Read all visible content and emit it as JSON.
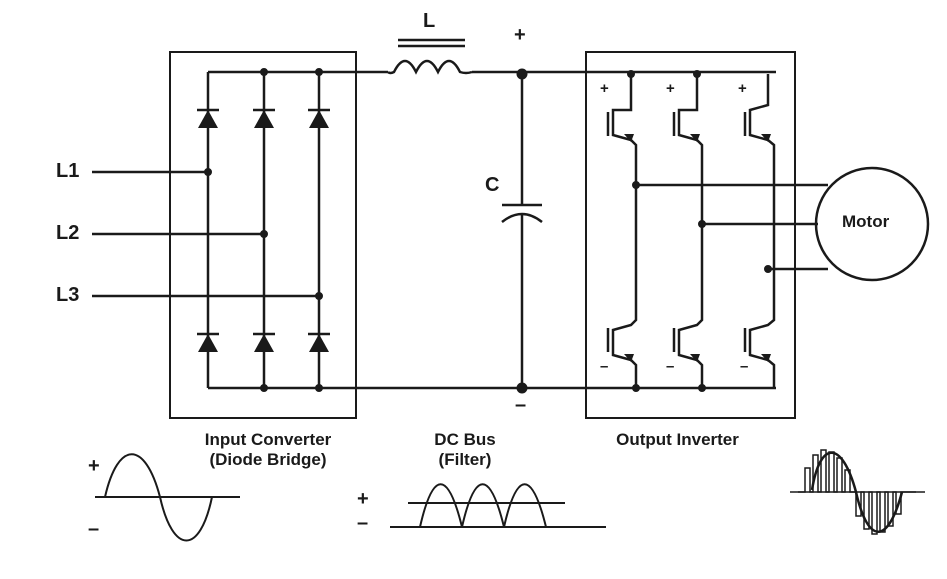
{
  "labels": {
    "inductor": "L",
    "capacitor": "C",
    "bus_plus": "+",
    "bus_minus": "–",
    "motor": "Motor",
    "lines": [
      "L1",
      "L2",
      "L3"
    ],
    "igbt_plus": "+",
    "igbt_minus": "–"
  },
  "sections": {
    "input": {
      "title": "Input Converter",
      "subtitle": "(Diode Bridge)"
    },
    "dcbus": {
      "title": "DC Bus",
      "subtitle": "(Filter)"
    },
    "output": {
      "title": "Output Inverter"
    }
  },
  "waveforms": {
    "input": {
      "plus": "+",
      "minus": "–"
    },
    "dcbus": {
      "plus": "+",
      "minus": "–"
    }
  }
}
